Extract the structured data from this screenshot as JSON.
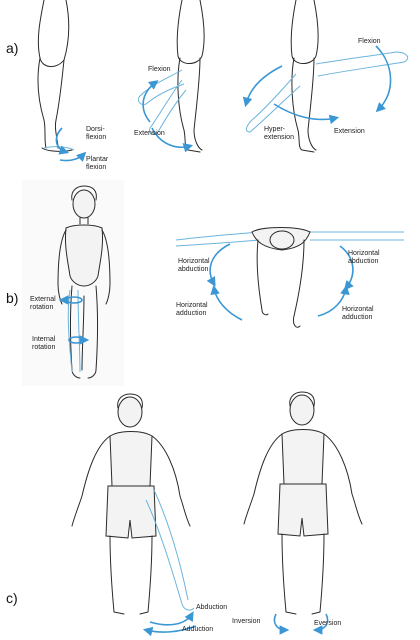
{
  "panels": {
    "a": {
      "letter": "a)",
      "labels": {
        "dorsiflexion": [
          "Dorsi-",
          "flexion"
        ],
        "plantar": [
          "Plantar",
          "flexion"
        ],
        "flexion1": "Flexion",
        "extension1": "Extension",
        "flexion2": "Flexion",
        "hyperextension": [
          "Hyper-",
          "extension"
        ],
        "extension2": "Extension"
      }
    },
    "b": {
      "letter": "b)",
      "labels": {
        "external": [
          "External",
          "rotation"
        ],
        "internal": [
          "Internal",
          "rotation"
        ],
        "h_abd_left": [
          "Horizontal",
          "abduction"
        ],
        "h_abd_right": [
          "Horizontal",
          "abduction"
        ],
        "h_add_left": [
          "Horizontal",
          "adduction"
        ],
        "h_add_right": [
          "Horizontal",
          "adduction"
        ]
      }
    },
    "c": {
      "letter": "c)",
      "labels": {
        "abduction": "Abduction",
        "adduction": "Adduction",
        "inversion": "Inversion",
        "eversion": "Eversion"
      }
    }
  },
  "colors": {
    "arrow": "#3a97d4",
    "ghost_limb": "#6cb4dd",
    "outline": "#2a2a2a"
  }
}
